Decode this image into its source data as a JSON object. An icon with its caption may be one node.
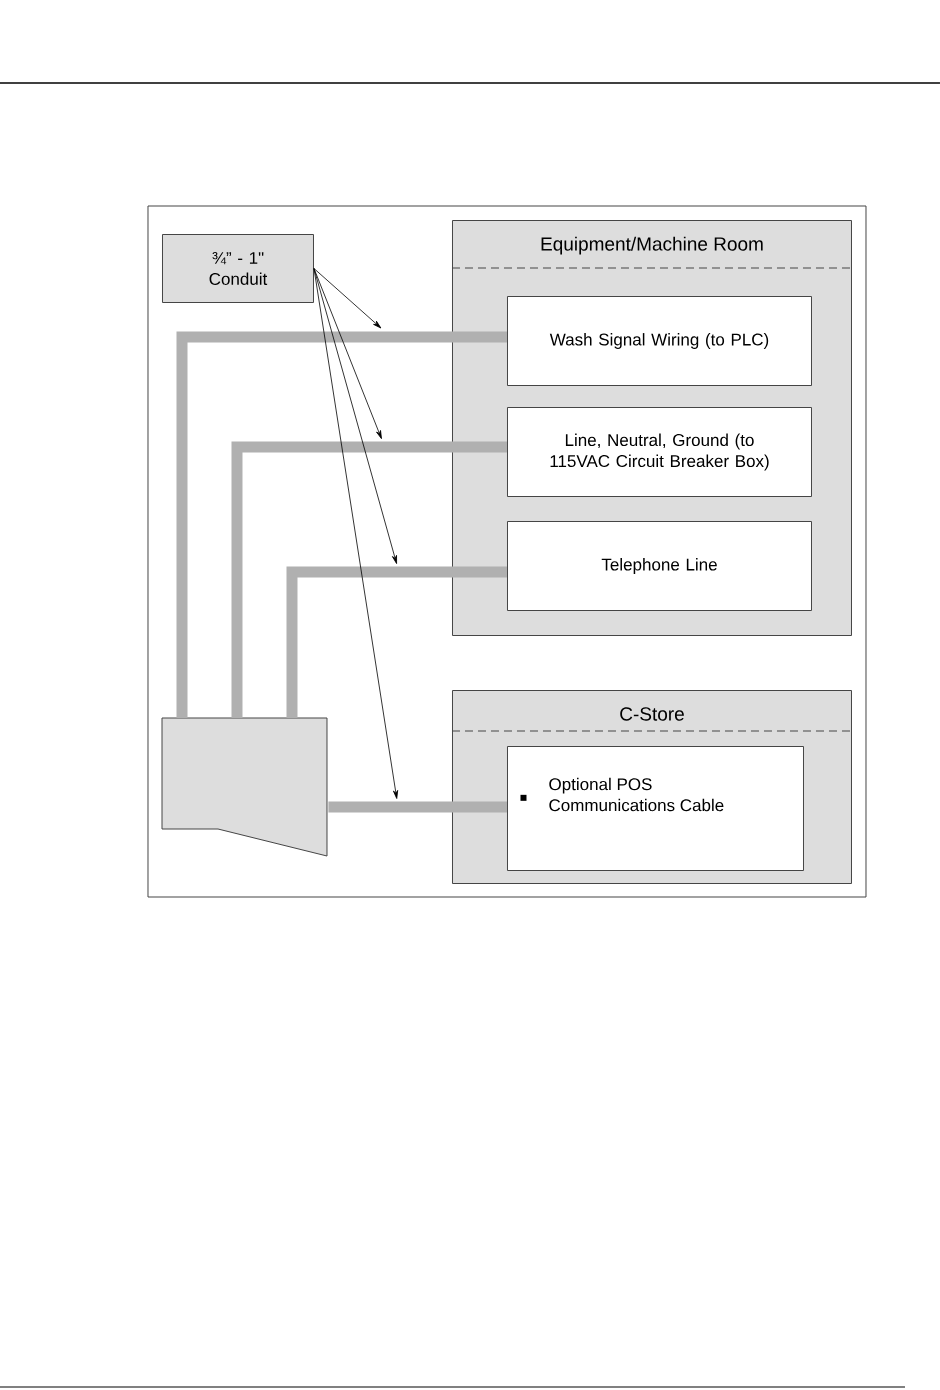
{
  "diagram": {
    "nodes": [
      {
        "text": [
          "¾” - 1\" Conduit"
        ]
      },
      {
        "text": [
          "Equipment/Machine Room"
        ]
      },
      {
        "text": [
          "Wash Signal Wiring (to PLC)"
        ],
        "in": 1
      },
      {
        "text": [
          "Line, Neutral, Ground (to 115VAC Circuit Breaker Box)"
        ],
        "in": 1
      },
      {
        "text": [
          "Telephone Line"
        ],
        "in": 1
      },
      {
        "text": [
          "C-Store"
        ]
      },
      {
        "text": [
          "Optional POS Communications Cable"
        ],
        "in": 5
      },
      {
        "text": [],
        "shape": "box"
      }
    ],
    "edges": [
      {
        "from": 7,
        "to": 2,
        "arrow": "none",
        "style": "thick",
        "color": "#b0b0b0"
      },
      {
        "from": 7,
        "to": 3,
        "arrow": "none",
        "style": "thick",
        "color": "#b0b0b0"
      },
      {
        "from": 7,
        "to": 4,
        "arrow": "none",
        "style": "thick",
        "color": "#b0b0b0"
      },
      {
        "from": 7,
        "to": 6,
        "arrow": "none",
        "style": "thick",
        "color": "#b0b0b0"
      },
      {
        "from": 0,
        "to": null,
        "arrow": "to",
        "color": "#000000"
      },
      {
        "from": 0,
        "to": null,
        "arrow": "to",
        "color": "#000000"
      },
      {
        "from": 0,
        "to": null,
        "arrow": "to",
        "color": "#000000"
      },
      {
        "from": 0,
        "to": null,
        "arrow": "to",
        "color": "#000000"
      }
    ]
  }
}
